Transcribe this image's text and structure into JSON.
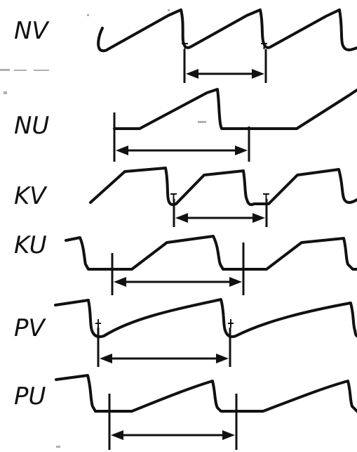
{
  "rows": [
    {
      "label": "NV"
    },
    {
      "label": "NU"
    },
    {
      "label": "KV"
    },
    {
      "label": "KU"
    },
    {
      "label": "PV"
    },
    {
      "label": "PU"
    }
  ]
}
